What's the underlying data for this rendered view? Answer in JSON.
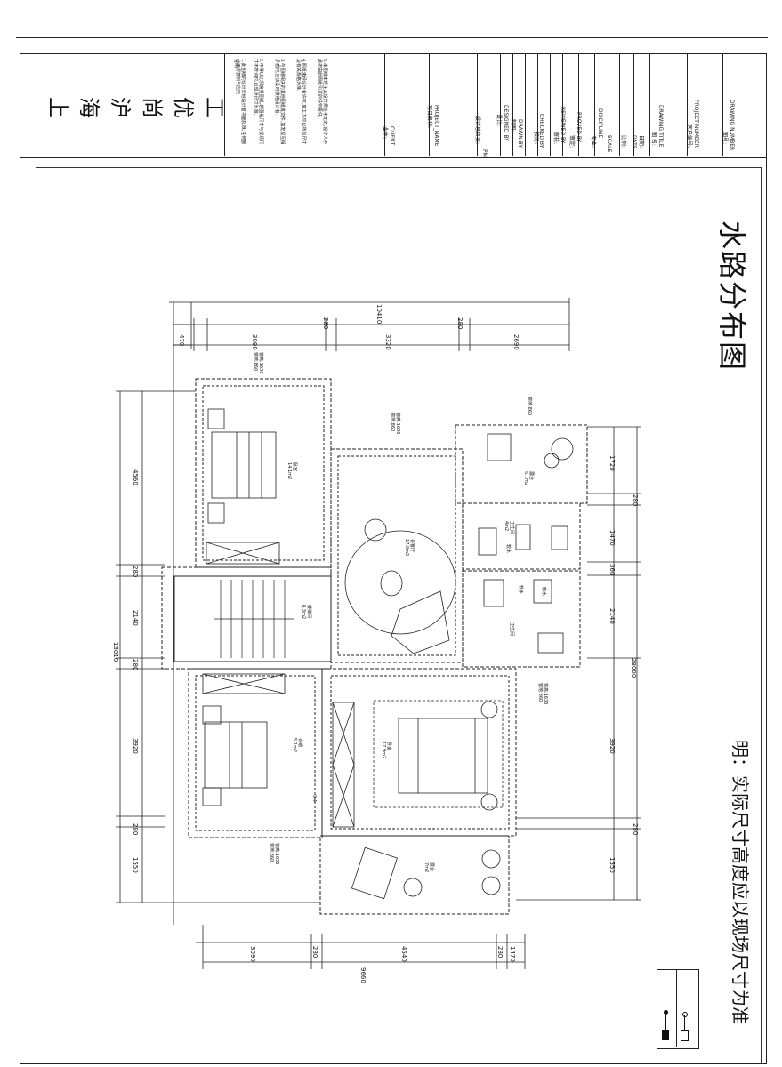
{
  "company": {
    "chars": [
      "上",
      "海",
      "沪",
      "尚",
      "优",
      "工"
    ]
  },
  "notes": {
    "heading": "说明:",
    "lines": [
      "1.此图纸的设计未经设计者书面批准,任何部分不得复制与应用",
      "2.不得以比例度量图纸,若图纸尺寸与现场尺寸不符合时,以现场尺寸为准.",
      "3.与图纸相关的其他图纸或文件,如发现互相矛盾时,应该及时联络设计者.",
      "4.图纸未经设计者许可,施工方应以所有尺寸及有关规格为准.",
      "5.本图纸未经主案设计师签字无效,设计人不承担由此图纸引发的任何责任."
    ]
  },
  "title_block": {
    "client": [
      "CLIENT",
      "业主:"
    ],
    "project_name": [
      "PROJECT_NAME",
      "项目名称:"
    ],
    "pm": [
      "PM",
      "设计总负责:"
    ],
    "designed_by": [
      "DESIGNED BY",
      "设计:"
    ],
    "drawn_by": [
      "DRAWN BY",
      "制图:"
    ],
    "checked_by": [
      "CHECKED BY",
      "校对:"
    ],
    "reviewed_by": [
      "REVIEWED BY",
      "审核:"
    ],
    "proved_by": [
      "PROVED BY",
      "审定:"
    ],
    "discipline": [
      "DISCIPLINE",
      "专业:"
    ],
    "scale": [
      "SCALE",
      "比例:"
    ],
    "date": [
      "DATE",
      "日期:"
    ],
    "drawing_title": [
      "DRAWING TITLE",
      "图 名:"
    ],
    "project_number": [
      "PROJECT NUMBER",
      "客户编号:"
    ],
    "drawing_number": [
      "DRAWING NUMBER",
      "图号:"
    ]
  },
  "drawing": {
    "title": "水路分布图",
    "note": "明：实际尺寸高度应以现场尺寸为准"
  },
  "dimensions": {
    "top_total": "10410",
    "top_segments": [
      "470",
      "3090",
      "280",
      "3320",
      "280",
      "2690"
    ],
    "bottom_total": "9660",
    "bottom_segments": [
      "3090",
      "280",
      "4540",
      "280",
      "1470"
    ],
    "left_total": "13010",
    "left_segments": [
      "4560",
      "280",
      "2140",
      "280",
      "3920",
      "280",
      "1550"
    ],
    "right_total": "28000",
    "right_segments": [
      "1720",
      "280",
      "1470",
      "360",
      "2140",
      "3920",
      "280",
      "1550"
    ]
  },
  "rooms": {
    "bedroom_top": [
      "卧室",
      "14.1m2"
    ],
    "living": [
      "会客厅",
      "17.9m2"
    ],
    "stair": [
      "楼梯间",
      "8.3m2"
    ],
    "balcony_top": [
      "露台",
      "5.1m2"
    ],
    "bath1": [
      "卫生间",
      "4m2"
    ],
    "bath2": [
      "卫生间"
    ],
    "bedroom_bottom": [
      "卧室",
      "17.9m2"
    ],
    "closet": [
      "衣帽",
      "5.1m2"
    ],
    "balcony_bottom": [
      "露台",
      "7m2"
    ],
    "small_label": "9.4"
  },
  "heights": {
    "h1": [
      "窗高:1630",
      "窗地:860"
    ],
    "h2": [
      "窗高:1630",
      "窗地:860"
    ],
    "h3": [
      "窗地:860"
    ],
    "h4": [
      "窗高:1630",
      "窗地:860"
    ],
    "h5": [
      "窗高:1630",
      "窗地:860"
    ],
    "h6": [
      "窗高:1630",
      "窗地:860"
    ]
  },
  "water_labels": [
    "软水",
    "软水",
    "软水"
  ]
}
